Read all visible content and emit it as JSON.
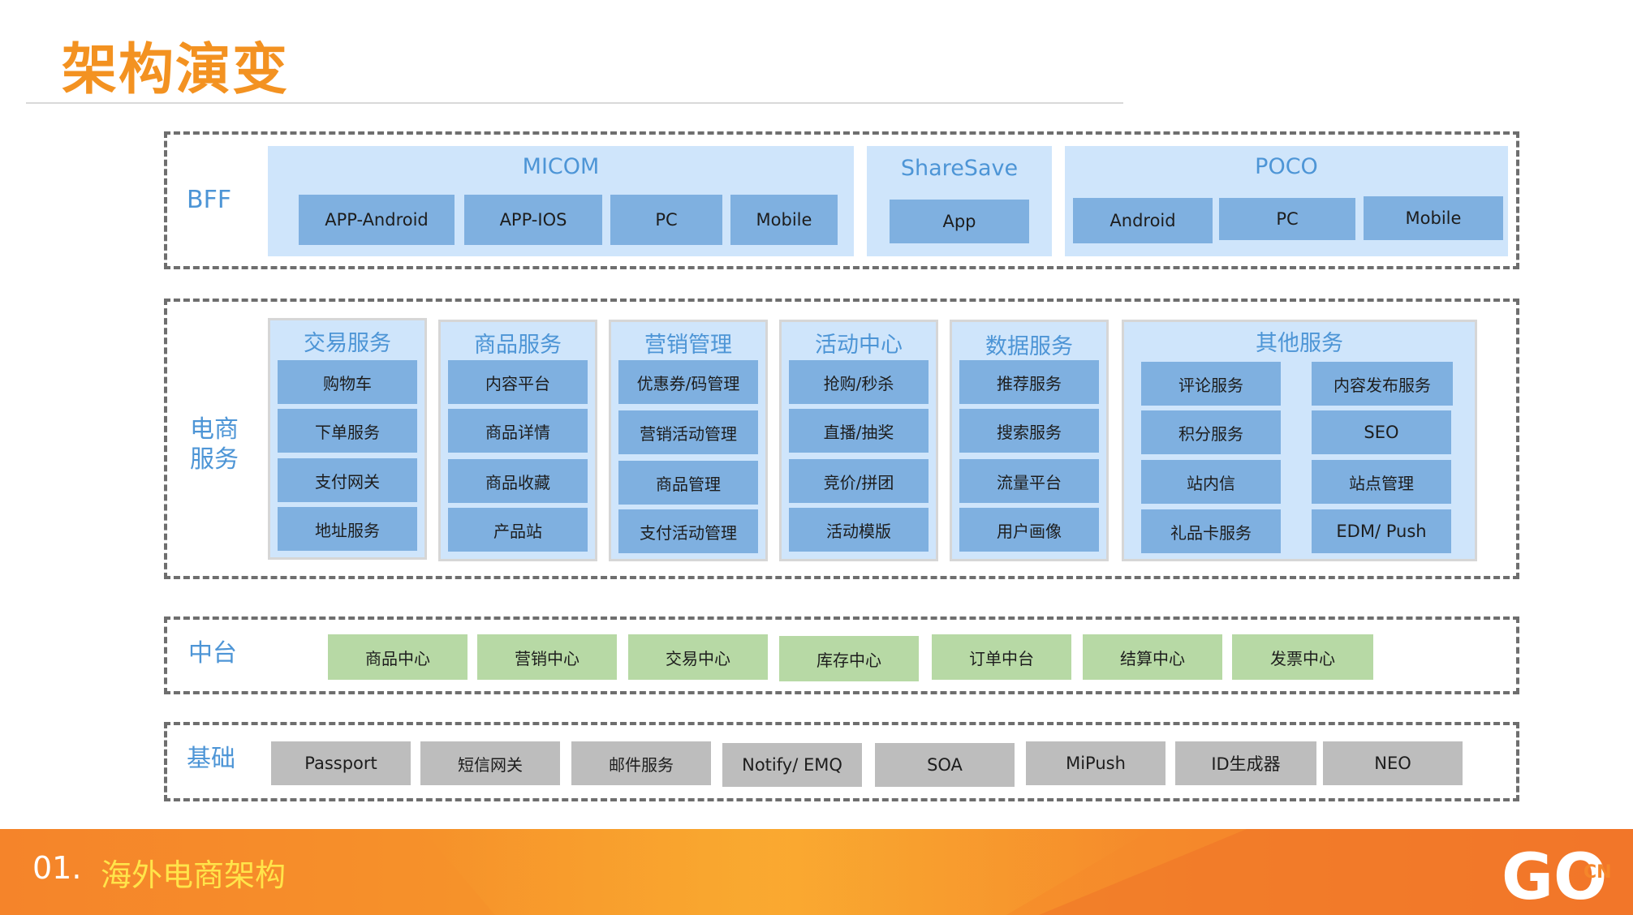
{
  "header": {
    "title": "架构演变"
  },
  "bff": {
    "label": "BFF",
    "micom": {
      "title": "MICOM",
      "items": [
        "APP-Android",
        "APP-IOS",
        "PC",
        "Mobile"
      ]
    },
    "sharesave": {
      "title": "ShareSave",
      "items": [
        "App"
      ]
    },
    "poco": {
      "title": "POCO",
      "items": [
        "Android",
        "PC",
        "Mobile"
      ]
    }
  },
  "ecommerce": {
    "label_line1": "电商",
    "label_line2": "服务",
    "groups": [
      {
        "title": "交易服务",
        "items": [
          "购物车",
          "下单服务",
          "支付网关",
          "地址服务"
        ]
      },
      {
        "title": "商品服务",
        "items": [
          "内容平台",
          "商品详情",
          "商品收藏",
          "产品站"
        ]
      },
      {
        "title": "营销管理",
        "items": [
          "优惠券/码管理",
          "营销活动管理",
          "商品管理",
          "支付活动管理"
        ]
      },
      {
        "title": "活动中心",
        "items": [
          "抢购/秒杀",
          "直播/抽奖",
          "竞价/拼团",
          "活动模版"
        ]
      },
      {
        "title": "数据服务",
        "items": [
          "推荐服务",
          "搜索服务",
          "流量平台",
          "用户画像"
        ]
      },
      {
        "title": "其他服务",
        "items": [
          "评论服务",
          "内容发布服务",
          "积分服务",
          "SEO",
          "站内信",
          "站点管理",
          "礼品卡服务",
          "EDM/ Push"
        ]
      }
    ]
  },
  "middle": {
    "label": "中台",
    "items": [
      "商品中心",
      "营销中心",
      "交易中心",
      "库存中心",
      "订单中台",
      "结算中心",
      "发票中心"
    ]
  },
  "base": {
    "label": "基础",
    "items": [
      "Passport",
      "短信网关",
      "邮件服务",
      "Notify/ EMQ",
      "SOA",
      "MiPush",
      "ID生成器",
      "NEO"
    ]
  },
  "footer": {
    "number": "01.",
    "text": "海外电商架构",
    "logo": "GO",
    "logo_sub": "CN"
  },
  "colors": {
    "title": "#f39221",
    "label": "#4d95d6",
    "panel": "#cfe5fb",
    "box_blue": "#7fb0e0",
    "box_green": "#b7d9a5",
    "box_gray": "#bdbdbd",
    "footer": "#f7922a"
  }
}
